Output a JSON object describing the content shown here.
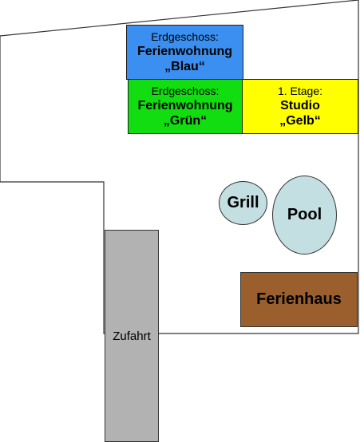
{
  "units": {
    "blau": {
      "floor": "Erdgeschoss:",
      "type": "Ferienwohnung",
      "name": "„Blau“",
      "color": "#3a8ff0"
    },
    "gruen": {
      "floor": "Erdgeschoss:",
      "type": "Ferienwohnung",
      "name": "„Grün“",
      "color": "#11dd11"
    },
    "gelb": {
      "floor": "1. Etage:",
      "type": "Studio",
      "name": "„Gelb“",
      "color": "#ffff00"
    }
  },
  "grill": {
    "label": "Grill",
    "color": "#c3dfe2"
  },
  "pool": {
    "label": "Pool",
    "color": "#c3dfe2"
  },
  "ferienhaus": {
    "label": "Ferienhaus",
    "color": "#9b5f2e"
  },
  "zufahrt": {
    "label": "Zufahrt",
    "color": "#b2b2b2"
  }
}
